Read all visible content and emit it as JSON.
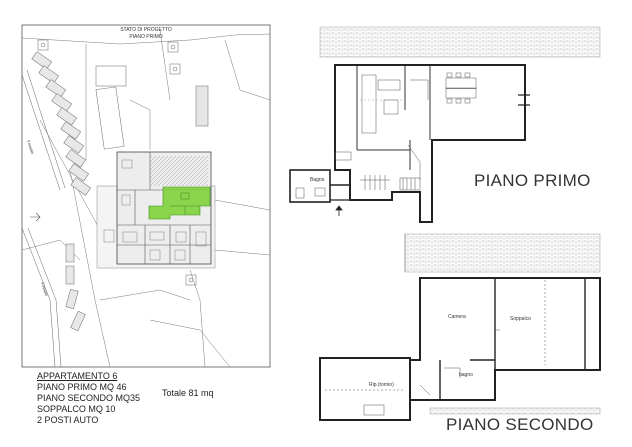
{
  "site_plan": {
    "title_line1": "STATO DI PROGETTO",
    "title_line2": "PIANO PRIMO",
    "label_fossato_1": "Fossato",
    "label_fossato_2": "Fossato",
    "highlight_color": "#7fd13b"
  },
  "floor_plans": {
    "piano_primo": {
      "title": "PIANO PRIMO",
      "room_bagno": "Bagno"
    },
    "piano_secondo": {
      "title": "PIANO SECONDO",
      "room_camera": "Camera",
      "room_soppalco": "Soppalco",
      "room_rip": "Rip.(tornio)",
      "room_bagno": "bagno"
    }
  },
  "legend": {
    "heading": "APPARTAMENTO 6",
    "line1": "PIANO PRIMO MQ 46",
    "line2": "PIANO SECONDO MQ35",
    "line3": "SOPPALCO MQ 10",
    "line4": "2 POSTI AUTO",
    "total": "Totale 81 mq"
  }
}
